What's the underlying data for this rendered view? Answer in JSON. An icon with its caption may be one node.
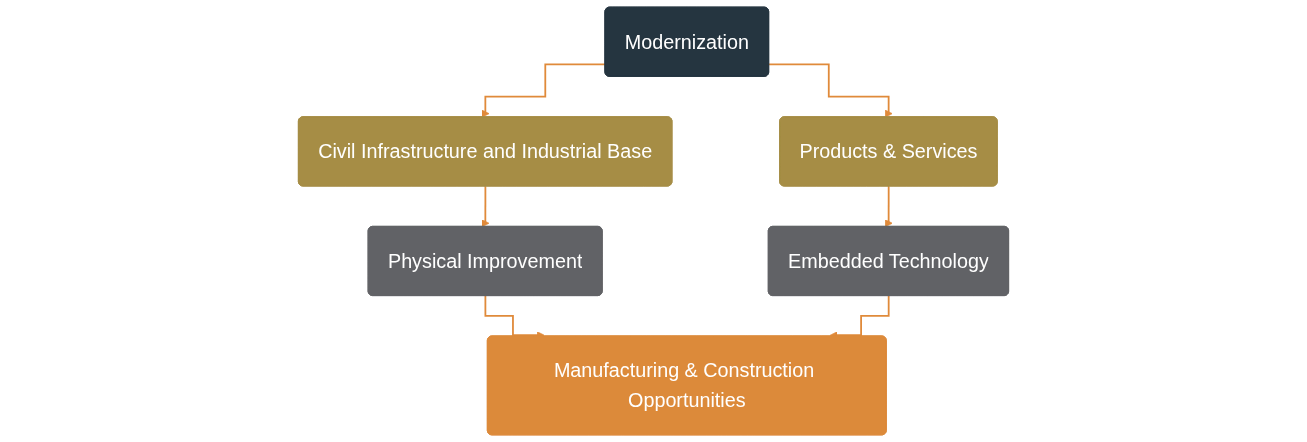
{
  "diagram": {
    "nodes": [
      {
        "text": [
          "Modernization"
        ]
      },
      {
        "text": [
          "Civil Infrastructure and Industrial Base"
        ]
      },
      {
        "text": [
          "Products & Services"
        ]
      },
      {
        "text": [
          "Physical Improvement"
        ]
      },
      {
        "text": [
          "Embedded Technology"
        ]
      },
      {
        "text": [
          "Manufacturing & Construction Opportunities"
        ]
      }
    ],
    "edges": [
      {
        "from": 0,
        "to": 1,
        "arrow": "to"
      },
      {
        "from": 0,
        "to": 2,
        "arrow": "to"
      },
      {
        "from": 1,
        "to": 3,
        "arrow": "to"
      },
      {
        "from": 2,
        "to": 4,
        "arrow": "to"
      },
      {
        "from": 3,
        "to": 5,
        "arrow": "to"
      },
      {
        "from": 4,
        "to": 5,
        "arrow": "to"
      }
    ]
  }
}
